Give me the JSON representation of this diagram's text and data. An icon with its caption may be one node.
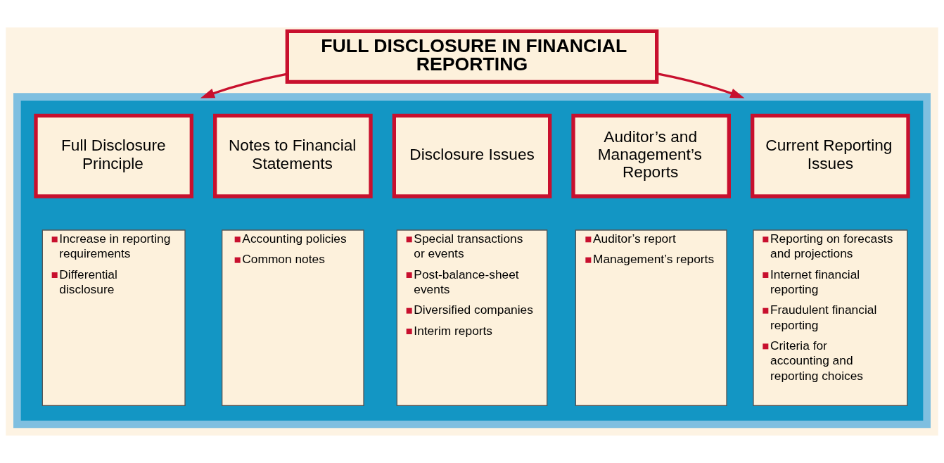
{
  "diagram": {
    "nodes": [
      {
        "text": [
          "FULL DISCLOSURE IN FINANCIAL REPORTING"
        ]
      },
      {
        "text": [],
        "shape": "box"
      },
      {
        "text": [
          "Full Disclosure Principle"
        ],
        "in": 1
      },
      {
        "text": [
          "Increase in reporting requirements",
          "Differential disclosure"
        ],
        "in": 1
      },
      {
        "text": [
          "Notes to Financial Statements"
        ],
        "in": 1
      },
      {
        "text": [
          "Accounting policies",
          "Common notes"
        ],
        "in": 1
      },
      {
        "text": [
          "Disclosure Issues"
        ],
        "in": 1
      },
      {
        "text": [
          "Special transactions or events",
          "Post-balance-sheet events",
          "Diversified companies",
          "Interim reports"
        ],
        "in": 1
      },
      {
        "text": [
          "Auditor’s and Management’s Reports"
        ],
        "in": 1
      },
      {
        "text": [
          "Auditor’s report",
          "Management’s reports"
        ],
        "in": 1
      },
      {
        "text": [
          "Current Reporting Issues"
        ],
        "in": 1
      },
      {
        "text": [
          "Reporting on forecasts and projections",
          "Internet financial reporting",
          "Fraudulent financial reporting",
          "Criteria for accounting and reporting choices"
        ],
        "in": 1
      }
    ],
    "edges": [
      {
        "from": 0,
        "to": 1,
        "arrow": "to"
      },
      {
        "from": 0,
        "to": 1,
        "arrow": "to"
      }
    ]
  }
}
